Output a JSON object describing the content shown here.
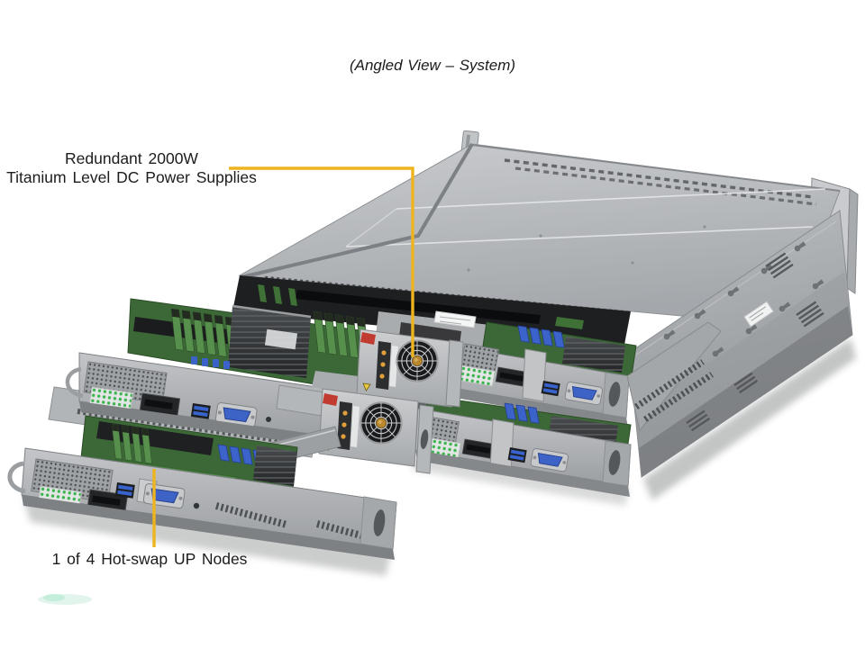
{
  "title": "(Angled View – System)",
  "callouts": {
    "psu": {
      "label_line1": "Redundant 2000W",
      "label_line2": "Titanium Level DC Power Supplies",
      "line_color": "#EDB41E"
    },
    "node": {
      "label": "1 of 4 Hot-swap UP Nodes",
      "line_color": "#EDB41E"
    }
  },
  "colors": {
    "background": "#FFFFFF",
    "text": "#1C1C1C",
    "chassis_light": "#C7C9CC",
    "chassis_mid": "#A8ABAE",
    "chassis_dark": "#7E8184",
    "pcb_green": "#3C6838",
    "dimm_green": "#57904C",
    "connector_blue": "#3B62C8",
    "vga_blue": "#3E63C6",
    "fan_hub_gold": "#B8892F",
    "psu_led_amber": "#DF9F3A",
    "release_tab_red": "#C23B30",
    "led_grid_green": "#3CB54F"
  }
}
